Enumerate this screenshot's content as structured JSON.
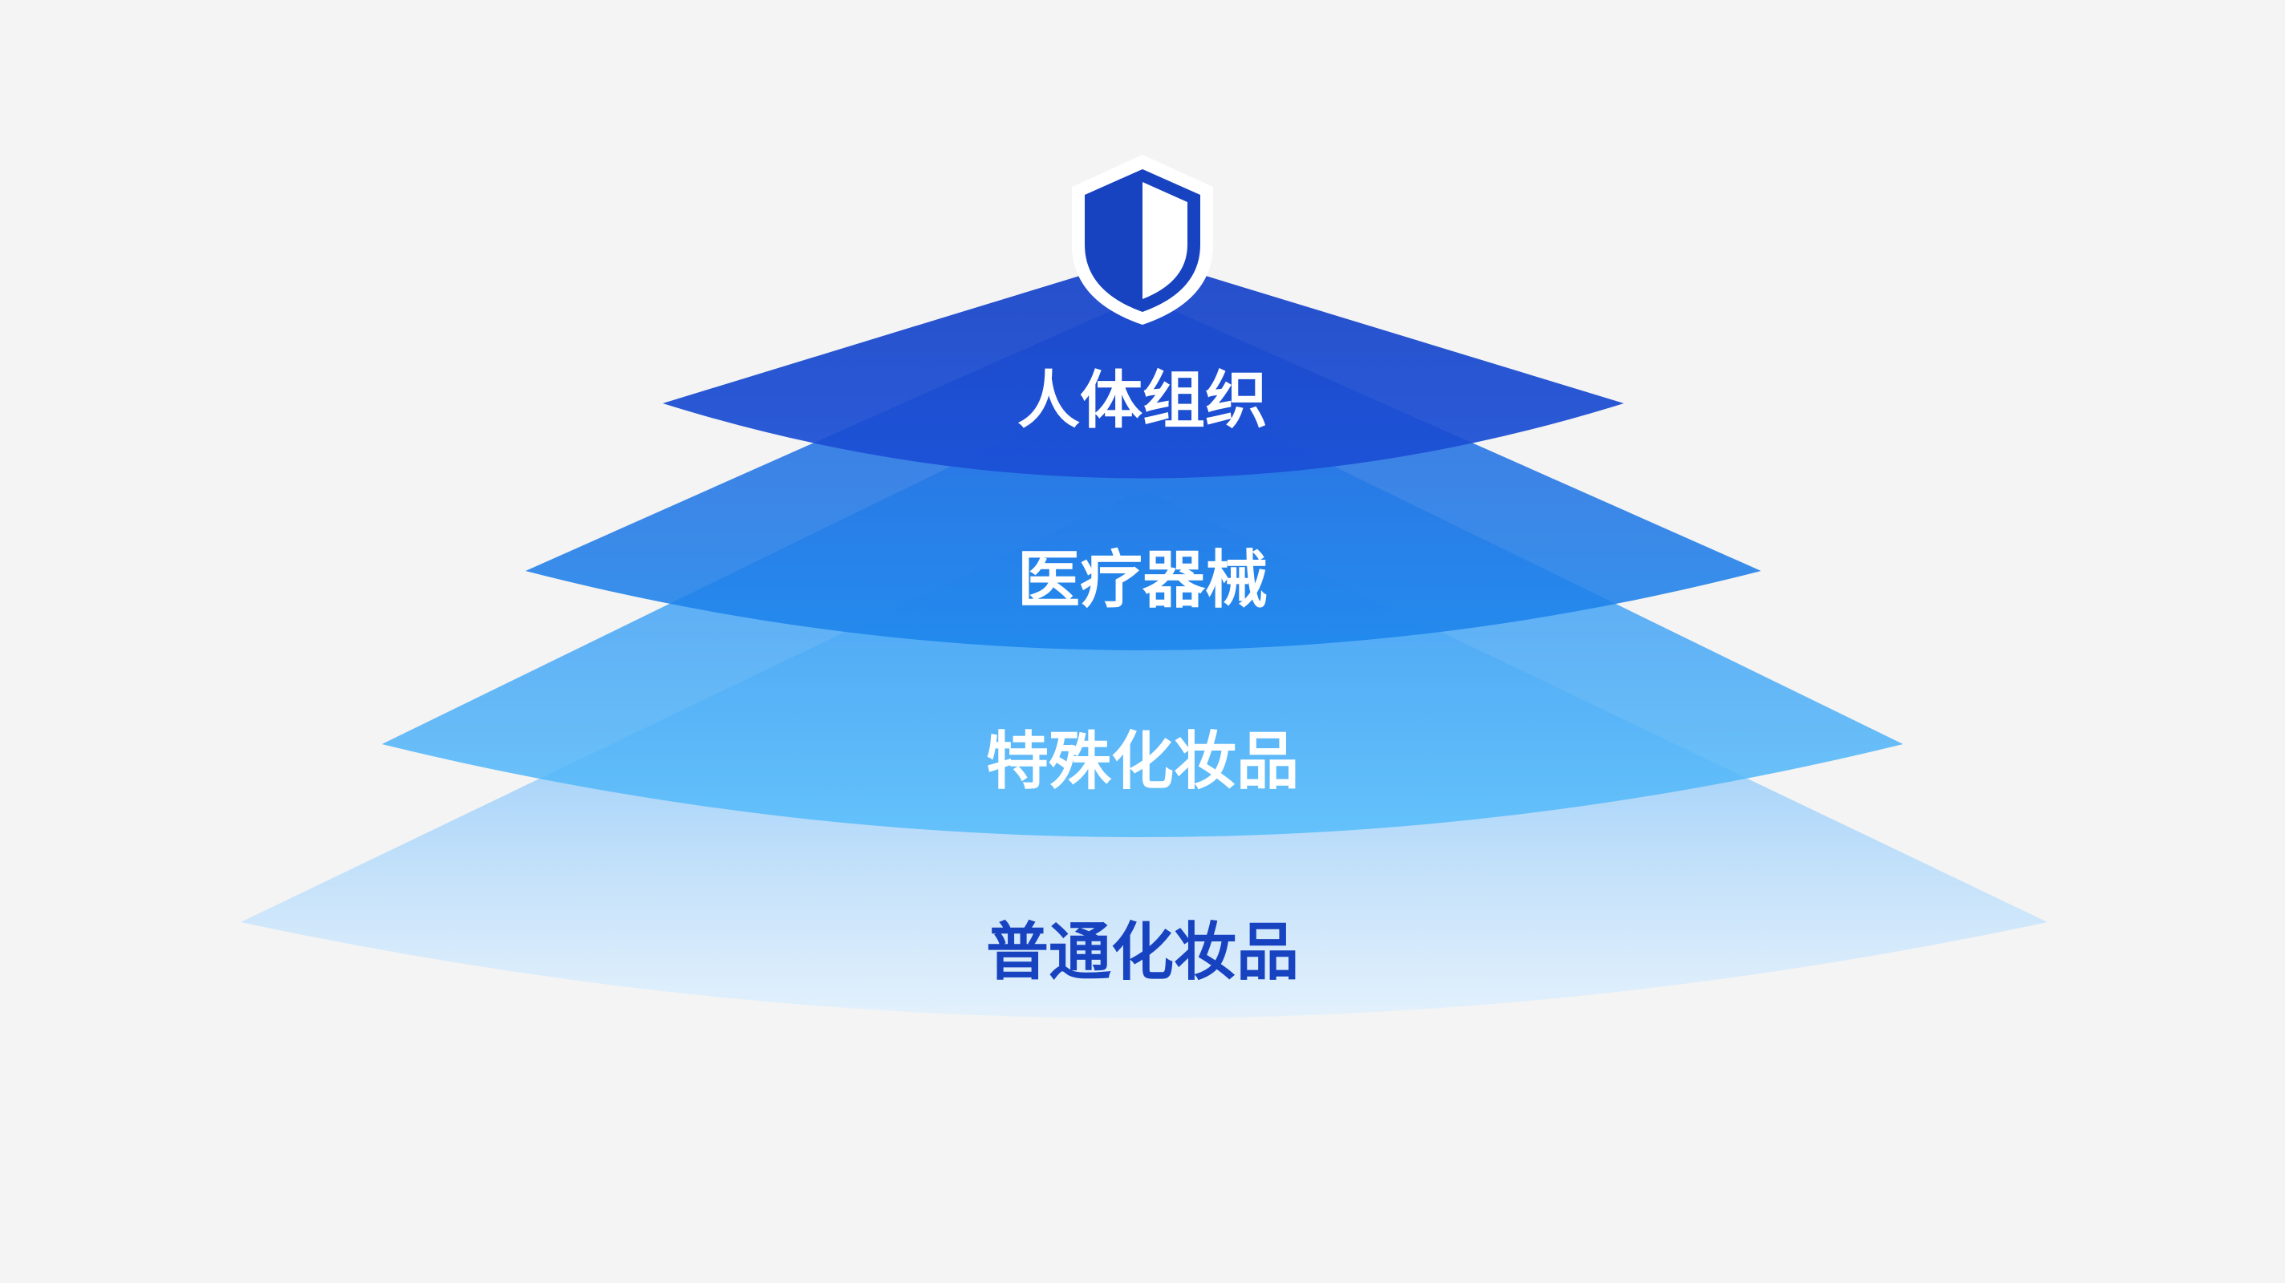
{
  "diagram": {
    "type": "layered-pyramid",
    "icon": "shield-icon",
    "colors": {
      "background": "#f4f4f4",
      "accent": "#1a4fd0",
      "light_label": "#ffffff",
      "dark_label": "#1742c0"
    },
    "layers": [
      {
        "label": "人体组织",
        "level": 1
      },
      {
        "label": "医疗器械",
        "level": 2
      },
      {
        "label": "特殊化妆品",
        "level": 3
      },
      {
        "label": "普通化妆品",
        "level": 4
      }
    ]
  }
}
